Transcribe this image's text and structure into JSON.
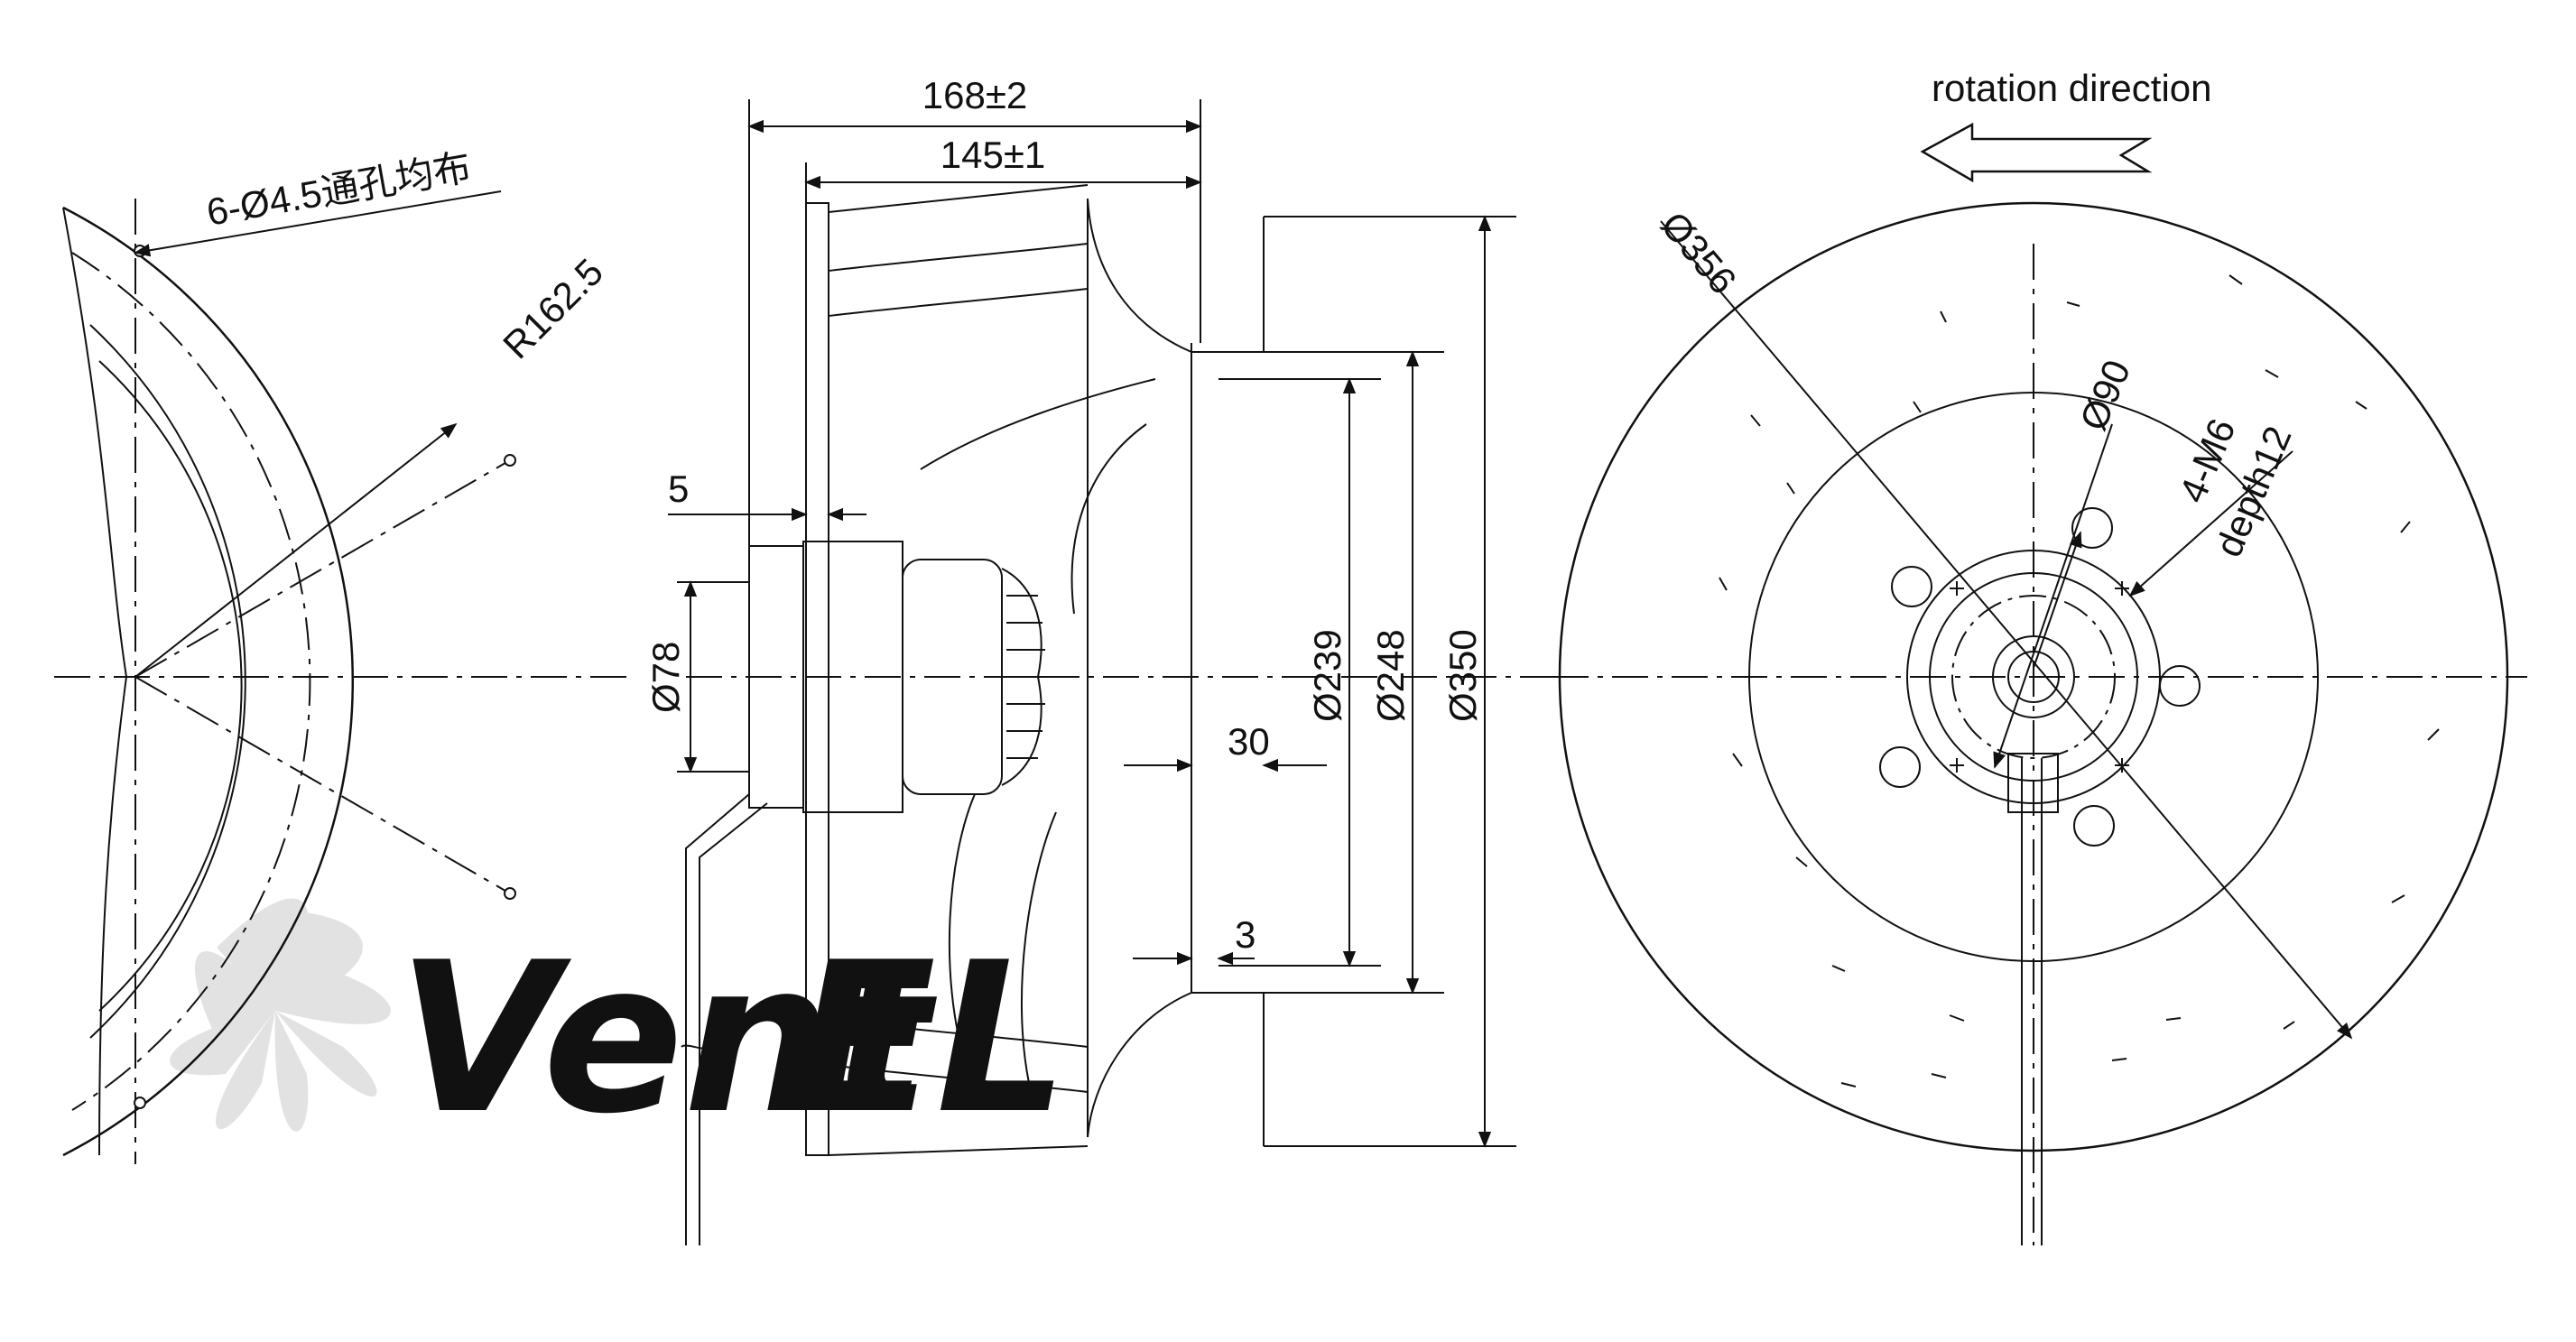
{
  "colors": {
    "line": "#111111",
    "watermark_gray": "#d9d9d9",
    "watermark_blue": "#cfe3f6"
  },
  "watermark": {
    "part1": "Vent",
    "part2": "EL"
  },
  "left_view": {
    "holes_note": "6-Ø4.5通孔均布",
    "radius_label": "R162.5"
  },
  "side_view": {
    "overall_length": "168±2",
    "impeller_length": "145±1",
    "flange_thickness": "5",
    "hub_diameter": "Ø78",
    "inlet_depth": "30",
    "ring_gap": "3",
    "inlet_diameter_1": "Ø239",
    "inlet_diameter_2": "Ø248",
    "impeller_diameter": "Ø350"
  },
  "front_view": {
    "rotation_label": "rotation direction",
    "outer_diameter": "Ø356",
    "bolt_circle": "Ø90",
    "thread_spec": "4-M6",
    "thread_depth": "depth12"
  }
}
